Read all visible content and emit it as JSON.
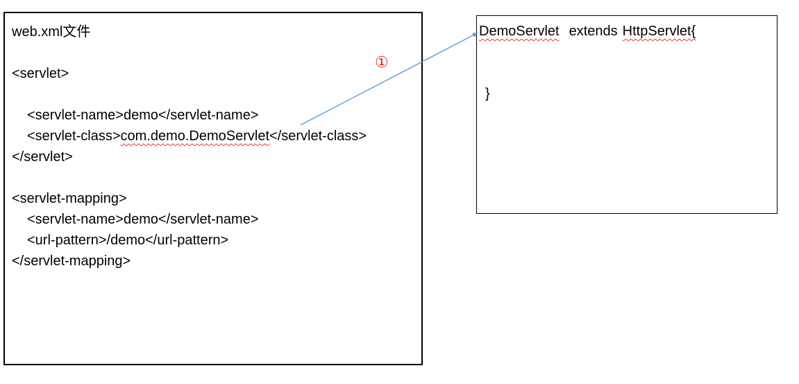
{
  "colors": {
    "arrow": "#5b9bd5",
    "annotation_red": "#ed241c",
    "squiggle_red": "#ff2a1f",
    "border": "#000000",
    "text": "#000000"
  },
  "annotation": {
    "step_label": "①"
  },
  "webxml_box": {
    "title": "web.xml文件",
    "servlet_block": {
      "open_tag": "<servlet>",
      "name_line": "<servlet-name>demo</servlet-name>",
      "class_line_prefix": "<servlet-class>",
      "class_name": "com.demo.DemoServlet",
      "class_line_suffix": "</servlet-class>",
      "close_tag": "</servlet>"
    },
    "mapping_block": {
      "open_tag": "<servlet-mapping>",
      "name_line": "<servlet-name>demo</servlet-name>",
      "url_line": "<url-pattern>/demo</url-pattern>",
      "close_tag": "</servlet-mapping>"
    }
  },
  "class_box": {
    "class_name": "DemoServlet",
    "extends_keyword": "extends",
    "superclass": "HttpServlet{",
    "closing_brace": "}"
  }
}
